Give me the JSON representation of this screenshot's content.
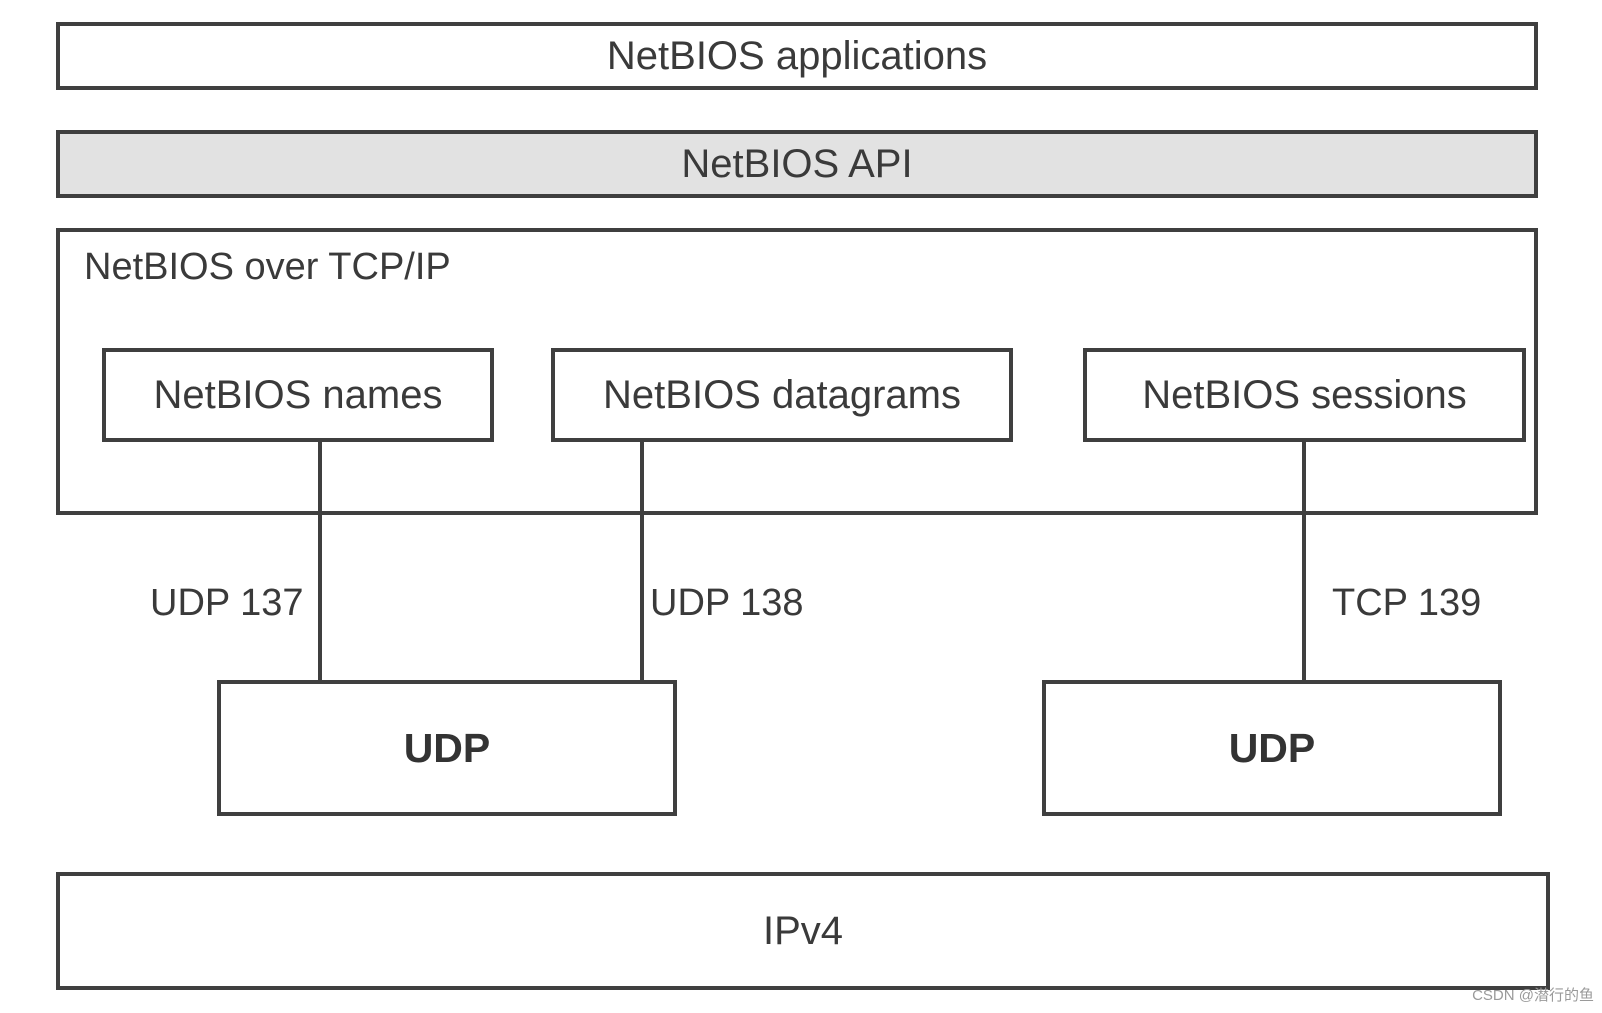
{
  "diagram": {
    "applications": "NetBIOS applications",
    "api": "NetBIOS API",
    "nbt_title": "NetBIOS over TCP/IP",
    "services": {
      "names": "NetBIOS names",
      "datagrams": "NetBIOS datagrams",
      "sessions": "NetBIOS sessions"
    },
    "ports": {
      "names": "UDP 137",
      "datagrams": "UDP 138",
      "sessions": "TCP 139"
    },
    "transport": {
      "left": "UDP",
      "right": "UDP"
    },
    "network": "IPv4"
  },
  "watermark": "CSDN @潜行的鱼",
  "colors": {
    "border": "#3f3f3f",
    "api_fill": "#e2e2e2",
    "text": "#3a3a3a"
  }
}
